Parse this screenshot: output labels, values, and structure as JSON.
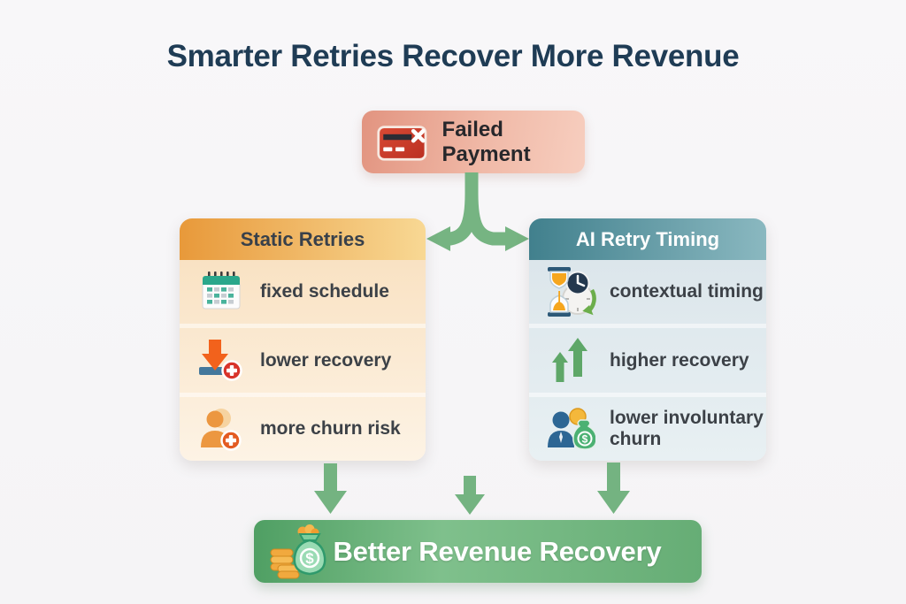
{
  "title": "Smarter Retries Recover More Revenue",
  "flow": {
    "source": {
      "label": "Failed Payment",
      "icon": "credit-card-declined-icon"
    },
    "left_panel": {
      "header": "Static Retries",
      "rows": [
        {
          "icon": "calendar-icon",
          "label": "fixed schedule"
        },
        {
          "icon": "down-arrow-badge-icon",
          "label": "lower recovery"
        },
        {
          "icon": "person-churn-icon",
          "label": "more churn risk"
        }
      ]
    },
    "right_panel": {
      "header": "AI Retry Timing",
      "rows": [
        {
          "icon": "hourglass-clock-icon",
          "label": "contextual timing"
        },
        {
          "icon": "up-arrows-icon",
          "label": "higher recovery"
        },
        {
          "icon": "person-money-icon",
          "label": "lower involuntary churn"
        }
      ]
    },
    "result": {
      "label": "Better Revenue Recovery",
      "icon": "money-bag-coins-icon"
    }
  },
  "colors": {
    "background": "#f7f6f8",
    "title_text": "#1f3c55",
    "failed_box_gradient": [
      "#e29480",
      "#f7cebf"
    ],
    "left_header_gradient": [
      "#e8993a",
      "#f8d894"
    ],
    "left_body_gradient": [
      "#f9e2c3",
      "#fdf3e5"
    ],
    "right_header_gradient": [
      "#41808d",
      "#8ab8c0"
    ],
    "right_body_gradient": [
      "#dce6eb",
      "#e8f0f3"
    ],
    "arrow_green": "#76b482",
    "result_gradient": [
      "#4f9f63",
      "#7fc08c",
      "#66ad75"
    ]
  }
}
